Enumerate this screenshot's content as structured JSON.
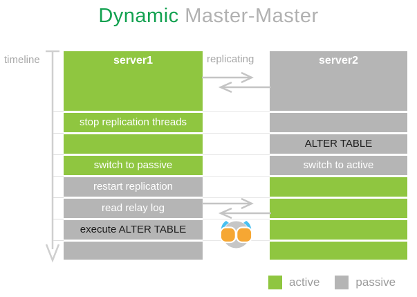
{
  "title": {
    "highlight": "Dynamic",
    "rest": " Master-Master"
  },
  "timeline_label": "timeline",
  "replicating_label": "replicating",
  "servers": [
    {
      "name": "server1",
      "header_state": "active",
      "rows": [
        {
          "label": "stop replication threads",
          "state": "active",
          "text_color": "white"
        },
        {
          "label": "",
          "state": "active",
          "text_color": "white"
        },
        {
          "label": "switch to passive",
          "state": "active",
          "text_color": "white"
        },
        {
          "label": "restart replication",
          "state": "passive",
          "text_color": "white"
        },
        {
          "label": "read relay log",
          "state": "passive",
          "text_color": "white"
        },
        {
          "label": "execute ALTER TABLE",
          "state": "passive",
          "text_color": "black"
        },
        {
          "label": "",
          "state": "passive",
          "text_color": "white"
        }
      ]
    },
    {
      "name": "server2",
      "header_state": "passive",
      "rows": [
        {
          "label": "",
          "state": "passive",
          "text_color": "white"
        },
        {
          "label": "ALTER TABLE",
          "state": "passive",
          "text_color": "black"
        },
        {
          "label": "switch to active",
          "state": "passive",
          "text_color": "white"
        },
        {
          "label": "",
          "state": "active",
          "text_color": "white"
        },
        {
          "label": "",
          "state": "active",
          "text_color": "white"
        },
        {
          "label": "",
          "state": "active",
          "text_color": "white"
        },
        {
          "label": "",
          "state": "active",
          "text_color": "white"
        }
      ]
    }
  ],
  "legend": [
    {
      "label": "active",
      "color": "#8fc640"
    },
    {
      "label": "passive",
      "color": "#b5b5b5"
    }
  ],
  "icons": {
    "timeline": "timeline-down-arrow-icon",
    "replication": "bidirectional-arrows-icon",
    "mascot": "mascot-logo-icon"
  },
  "colors": {
    "active_green": "#8fc640",
    "passive_gray": "#b5b5b5",
    "title_green": "#12a150",
    "title_gray": "#b1b1b1",
    "muted_text": "#a8a8a8",
    "arrow_gray": "#c4c4c4"
  }
}
